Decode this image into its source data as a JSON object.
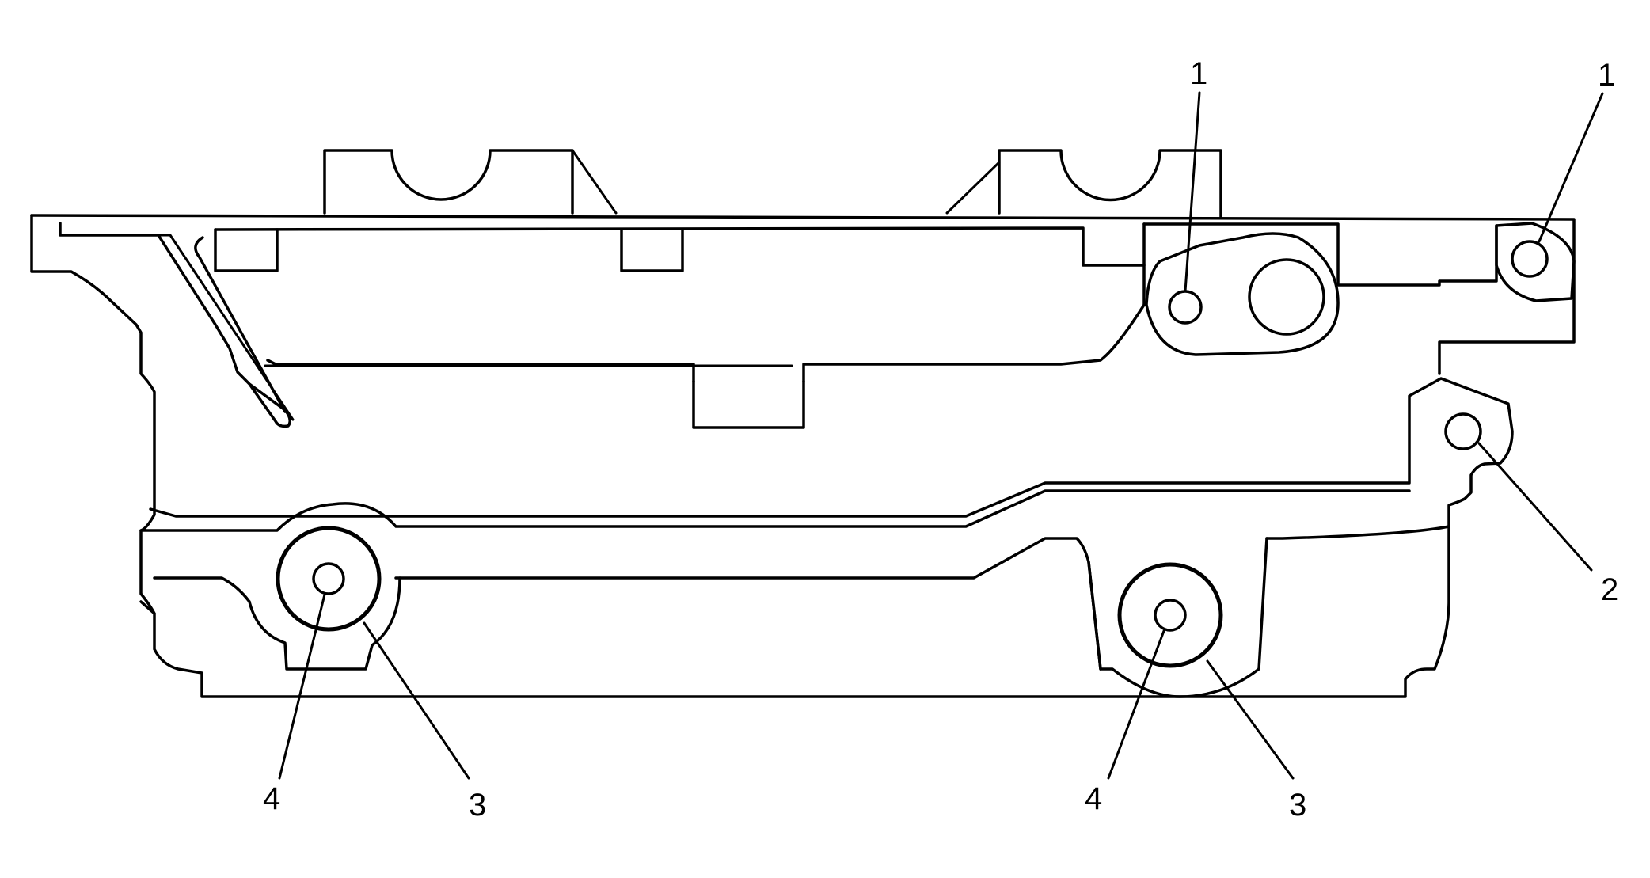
{
  "callouts": {
    "c1a": "1",
    "c1b": "1",
    "c2": "2",
    "c3a": "3",
    "c3b": "3",
    "c4a": "4",
    "c4b": "4"
  }
}
